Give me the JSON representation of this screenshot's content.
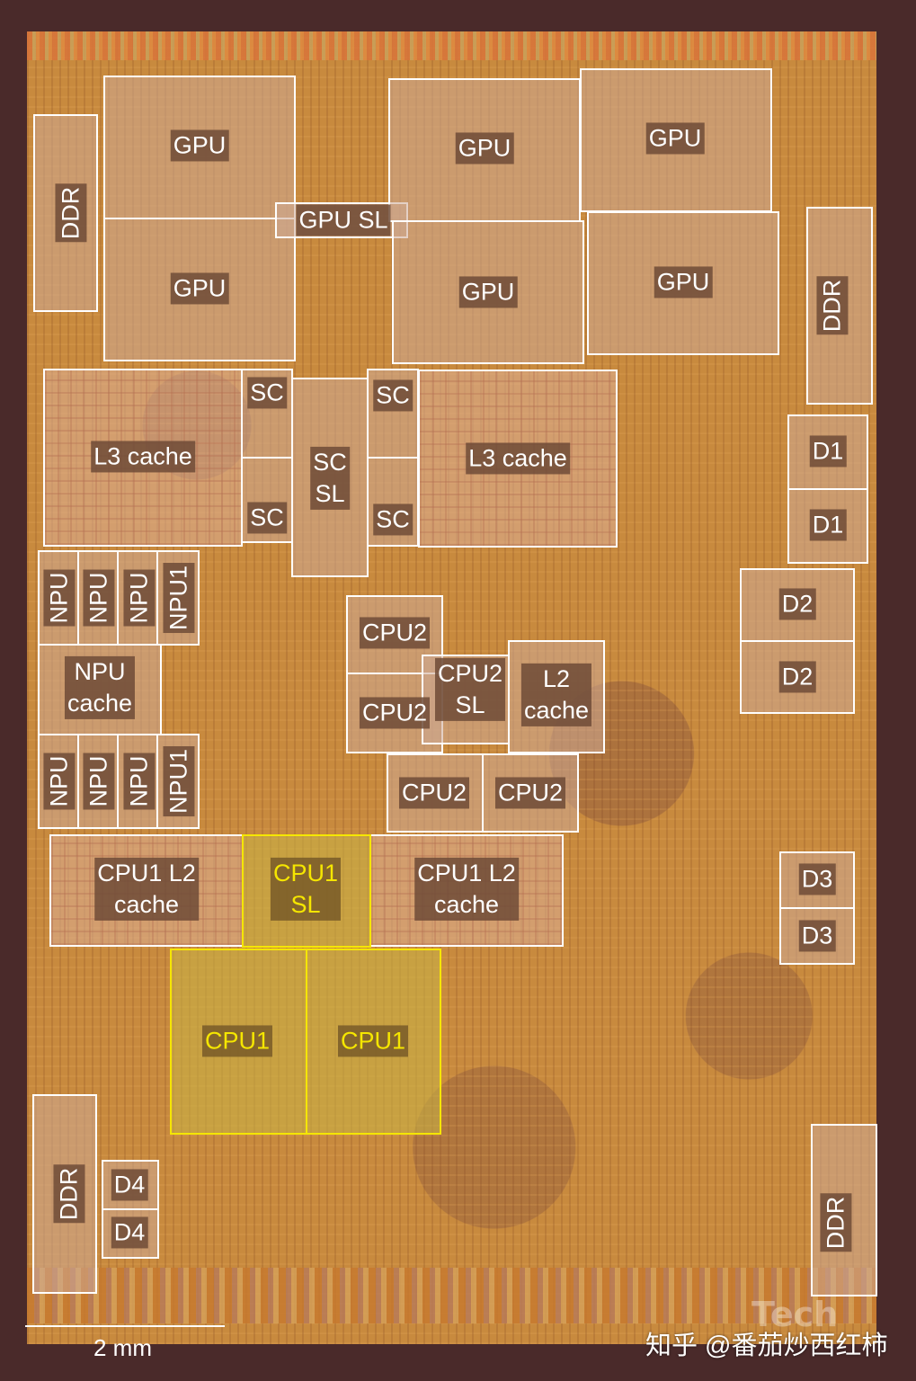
{
  "labels": {
    "gpu": "GPU",
    "gpu_sl": "GPU SL",
    "ddr": "DDR",
    "sc": "SC",
    "sc_sl": "SC\nSL",
    "l3_cache": "L3 cache",
    "npu": "NPU",
    "npu1": "NPU1",
    "npu_cache": "NPU\ncache",
    "cpu2": "CPU2",
    "cpu2_sl": "CPU2\nSL",
    "l2_cache": "L2\ncache",
    "cpu1_l2_cache": "CPU1 L2\ncache",
    "cpu1_sl": "CPU1\nSL",
    "cpu1": "CPU1",
    "d1": "D1",
    "d2": "D2",
    "d3": "D3",
    "d4": "D4"
  },
  "scale_bar": "2 mm",
  "watermark": "知乎 @番茄炒西红柿",
  "watermark_logo": "Tech",
  "colors": {
    "block_outline": "#ffffff",
    "highlight_outline": "#f5e600",
    "highlight_text": "#f5e600"
  }
}
